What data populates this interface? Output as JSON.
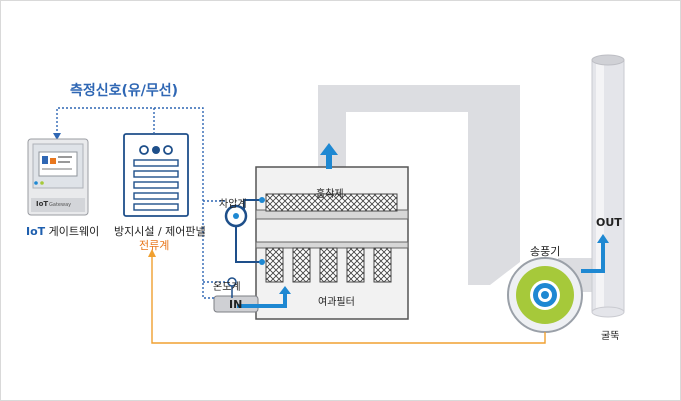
{
  "diagram": {
    "signal_title": "측정신호(유/무선)",
    "iot_gateway": {
      "label_prefix": "IoT",
      "label_suffix": "게이트웨이",
      "device_badge": "IoT",
      "device_text": "Gateway"
    },
    "control_panel": {
      "label": "방지시설 / 제어판넬"
    },
    "flow_meter": {
      "label": "전류계"
    },
    "differential_pressure": {
      "label": "차압계"
    },
    "thermometer": {
      "label": "온도계"
    },
    "inlet": {
      "label": "IN"
    },
    "adsorbent": {
      "label": "흡착제"
    },
    "filter": {
      "label": "여과필터"
    },
    "fan": {
      "label": "송풍기"
    },
    "outlet": {
      "label": "OUT"
    },
    "stack": {
      "label": "굴뚝"
    },
    "colors": {
      "signal_line": "#2f67b4",
      "flow_line": "#f0a030",
      "duct": "#dcdde1",
      "housing": "#f2f2f2",
      "arrow": "#1e88d2",
      "fan_ring": "#a6c93a",
      "accent_orange": "#e8771e"
    }
  }
}
